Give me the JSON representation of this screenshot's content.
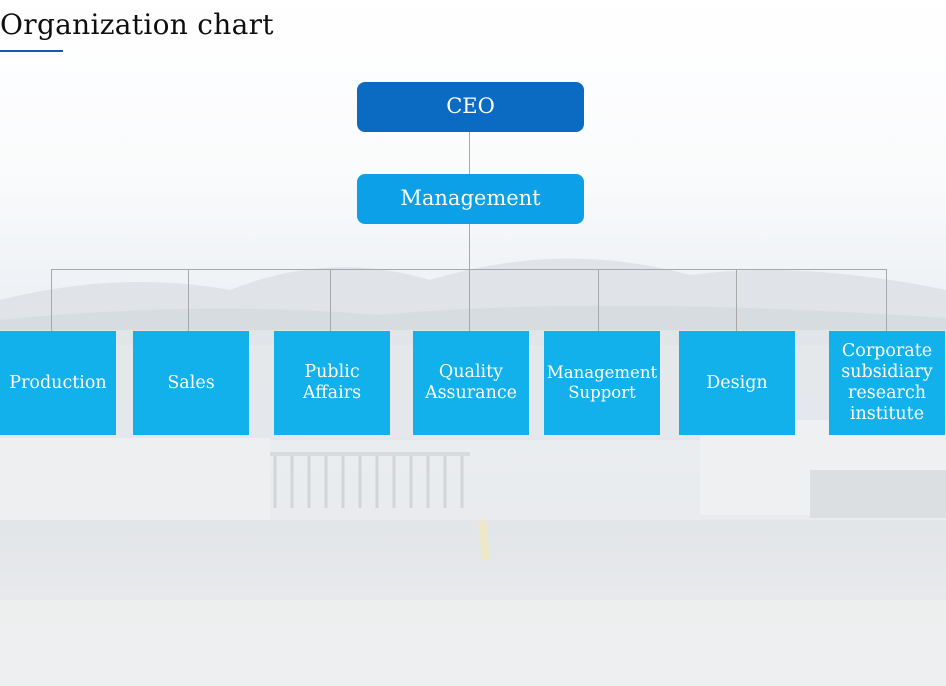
{
  "title": "Organization chart",
  "colors": {
    "ceo_box": "#0b6ac1",
    "management_box": "#0ba0e8",
    "department_box": "#12b1ec",
    "title_underline": "#1a59a6",
    "connector_line": "#a8a8a8"
  },
  "org": {
    "root": "CEO",
    "level2": "Management",
    "departments": [
      {
        "name": "Production"
      },
      {
        "name": "Sales"
      },
      {
        "name": "Public Affairs"
      },
      {
        "name": "Quality Assurance"
      },
      {
        "name": "Management Support"
      },
      {
        "name": "Design"
      },
      {
        "name": "Corporate subsidiary research institute"
      }
    ]
  }
}
